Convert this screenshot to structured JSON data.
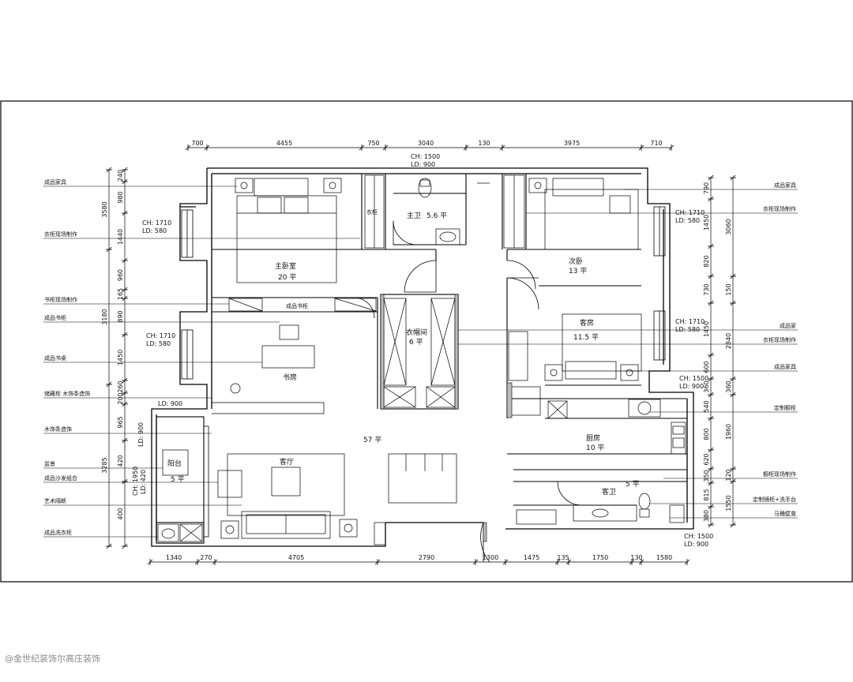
{
  "top_dims": [
    "700",
    "4455",
    "750",
    "3040",
    "130",
    "3975",
    "710"
  ],
  "bottom_dims": [
    "1340",
    "270",
    "4705",
    "2790",
    "1300",
    "1475",
    "135",
    "1750",
    "130",
    "1580"
  ],
  "left_outer_dims": [
    "3580",
    "3180",
    "3285"
  ],
  "left_inner_dims": [
    "240",
    "980",
    "1440",
    "960",
    "165",
    "890",
    "1450",
    "260",
    "200",
    "965",
    "420",
    "400"
  ],
  "right_inner_dims": [
    "790",
    "1450",
    "820",
    "730",
    "1450",
    "600",
    "360",
    "540",
    "800",
    "620",
    "350",
    "815",
    "380"
  ],
  "right_outer_dims": [
    "3060",
    "150",
    "2840",
    "360",
    "1960",
    "120",
    "1550"
  ],
  "rooms": {
    "master_bedroom": {
      "name": "主卧室",
      "area": "20 平"
    },
    "master_bath": {
      "name": "主卫",
      "area": "5.6 平"
    },
    "second_bedroom": {
      "name": "次卧",
      "area": "13 平"
    },
    "guest_room": {
      "name": "客房",
      "area": "11.5 平"
    },
    "closet": {
      "name": "衣帽间",
      "area": "6 平"
    },
    "study": {
      "name": "书房"
    },
    "kitchen": {
      "name": "厨房",
      "area": "10 平"
    },
    "guest_bath": {
      "name": "客卫",
      "area": "5 平"
    },
    "living": {
      "name": "客厅",
      "area": "57 平"
    },
    "balcony": {
      "name": "阳台",
      "area": "5 平"
    }
  },
  "ch_labels": {
    "top_bath": [
      "CH: 1500",
      "LD: 900"
    ],
    "master": [
      "CH: 1710",
      "LD: 580"
    ],
    "second": [
      "CH: 1710",
      "LD: 580"
    ],
    "study": [
      "CH: 1710",
      "LD: 580"
    ],
    "guest": [
      "CH: 1710",
      "LD: 580"
    ],
    "guest_low": [
      "CH: 1500",
      "LD: 900"
    ],
    "study_door": [
      "LD: 900"
    ],
    "balcony_side": [
      "LD: 900"
    ],
    "balcony_side2": [
      "CH: 1950",
      "LD: 420"
    ],
    "bottom": [
      "CH: 1500",
      "LD: 900"
    ]
  },
  "left_notes": [
    "成品家具",
    "衣柜现场制作",
    "书柜现场制作",
    "成品书柜",
    "成品书桌",
    "储藏柜 木饰条造饰",
    "木饰条造饰",
    "盆景",
    "成品沙发组合",
    "艺术隔断",
    "成品洗衣柜"
  ],
  "right_notes": [
    "成品家具",
    "衣柜现场制作",
    "成品家",
    "衣柜现场制作",
    "成品家具",
    "定制橱柜",
    "橱柜现场制作",
    "定制镜柜+洗手台",
    "马桶壁龛"
  ],
  "inline_notes": {
    "book_shelf": "成品书柜",
    "small_cab": "衣柜"
  },
  "watermark": "@金世纪装饰尔高庄装饰"
}
